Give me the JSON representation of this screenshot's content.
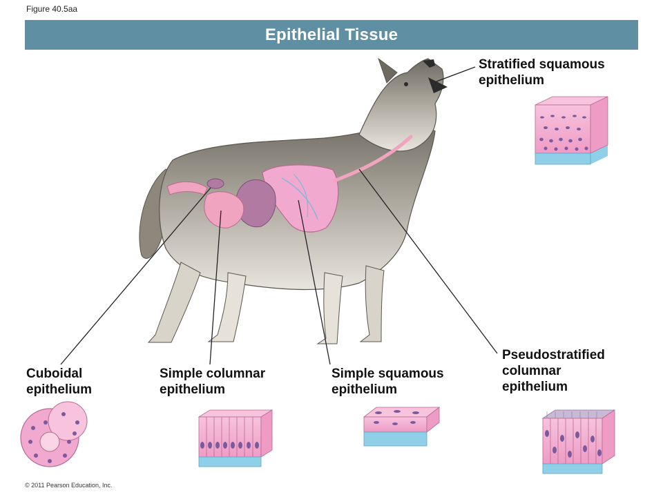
{
  "figure_label": "Figure 40.5aa",
  "title": "Epithelial Tissue",
  "labels": {
    "stratified_squamous": [
      "Stratified squamous",
      "epithelium"
    ],
    "pseudostratified": [
      "Pseudostratified",
      "columnar",
      "epithelium"
    ],
    "cuboidal": [
      "Cuboidal",
      "epithelium"
    ],
    "simple_columnar": [
      "Simple columnar",
      "epithelium"
    ],
    "simple_squamous": [
      "Simple squamous",
      "epithelium"
    ]
  },
  "copyright": "© 2011 Pearson Education, Inc.",
  "colors": {
    "title_bar": "#5e8fa3",
    "tissue_pink": "#f2a9cf",
    "nucleus": "#7a5a9e",
    "basement": "#8fd0e8"
  }
}
